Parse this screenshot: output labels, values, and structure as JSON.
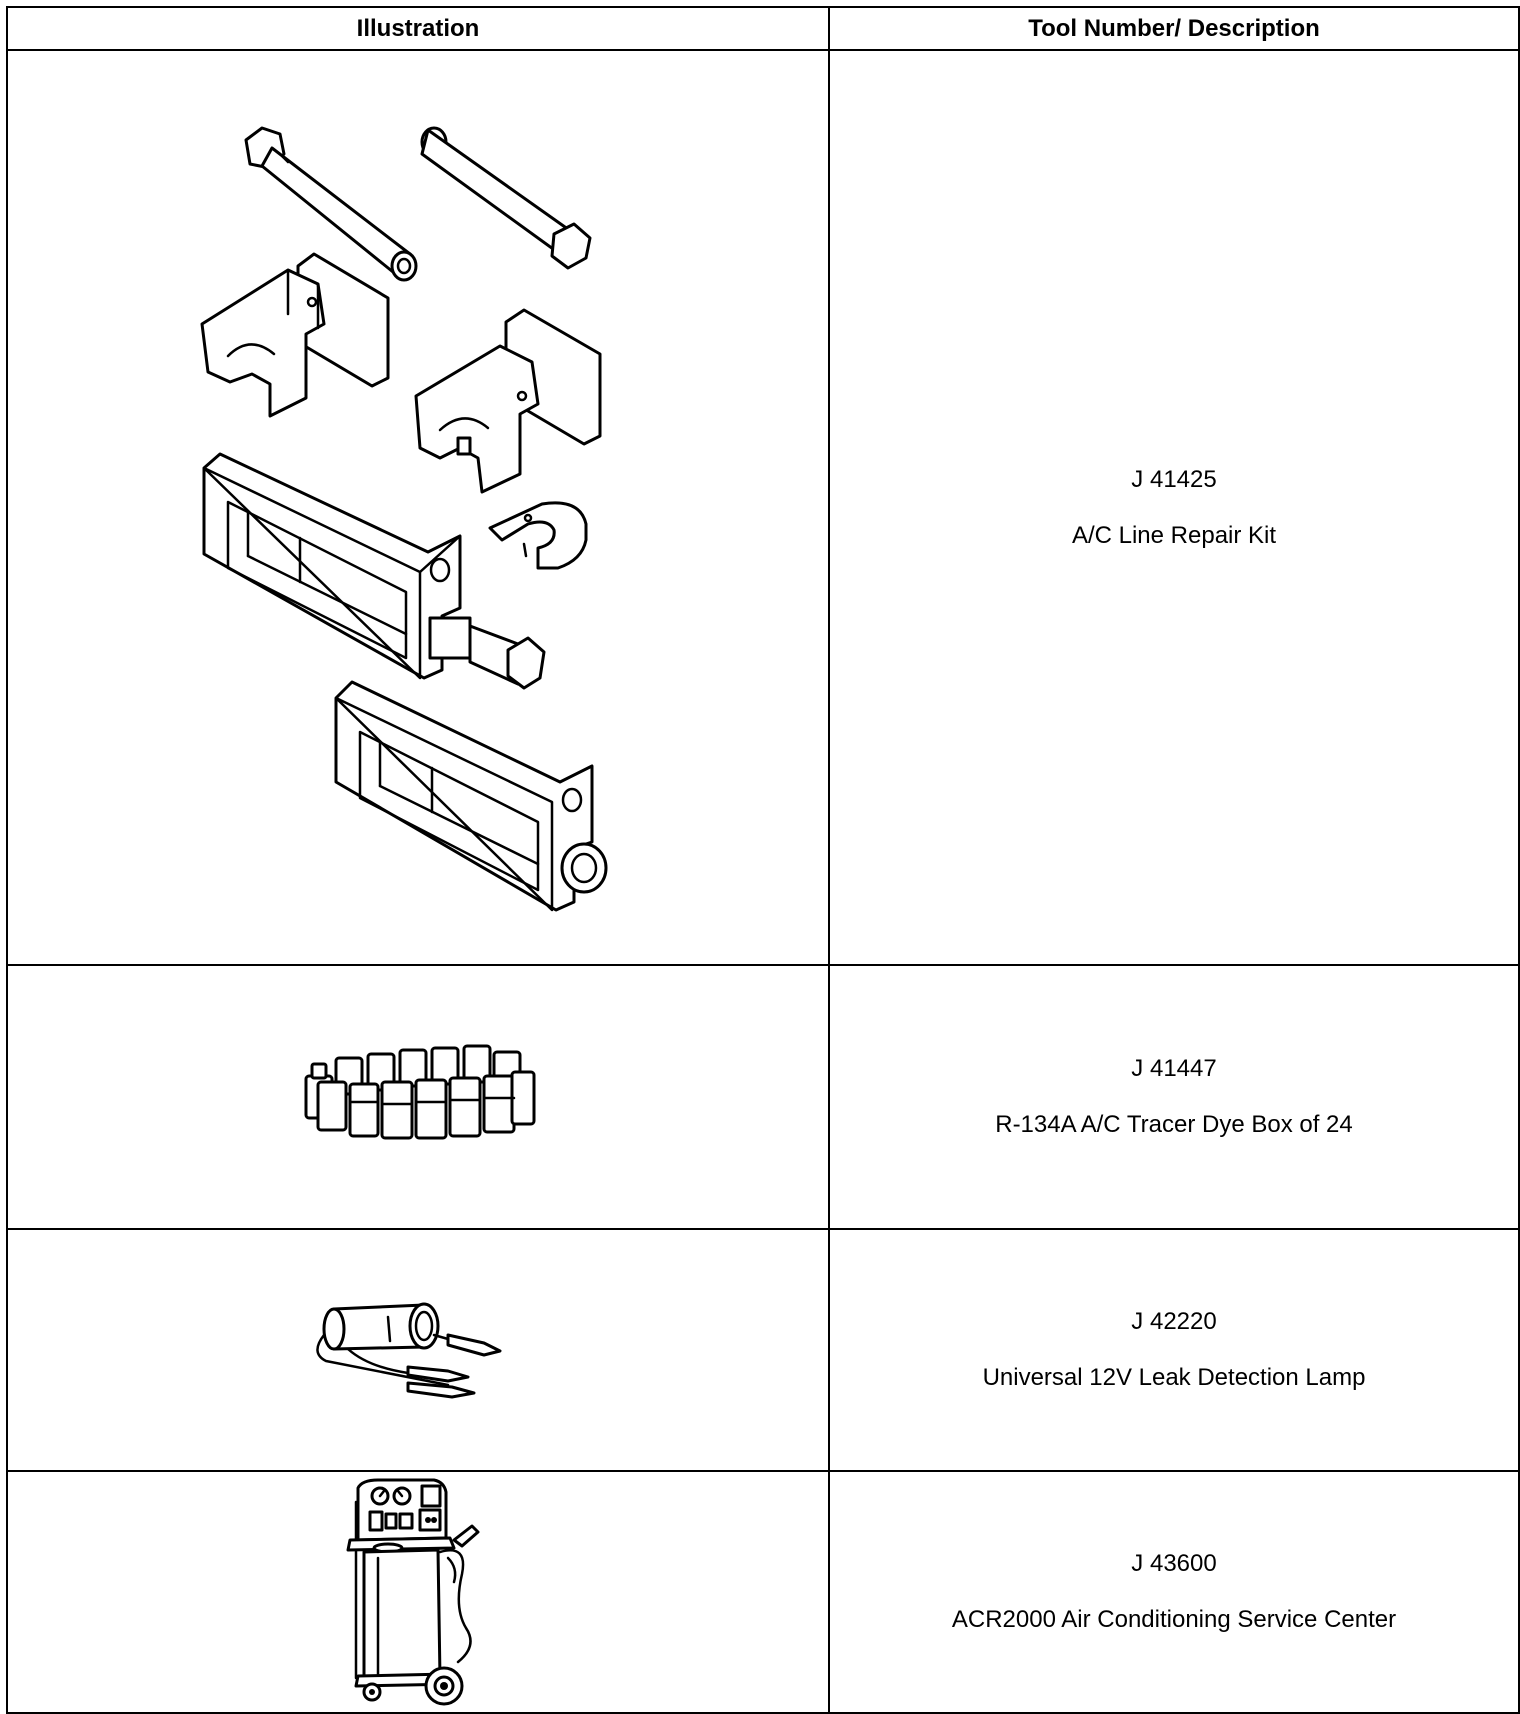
{
  "table": {
    "headers": {
      "illustration": "Illustration",
      "tool": "Tool Number/ Description"
    },
    "rows": [
      {
        "number": "J 41425",
        "description": "A/C Line Repair Kit",
        "icon": "ac-line-repair-kit-icon"
      },
      {
        "number": "J 41447",
        "description": "R-134A A/C Tracer Dye Box of 24",
        "icon": "tracer-dye-bottles-icon"
      },
      {
        "number": "J 42220",
        "description": "Universal 12V Leak Detection Lamp",
        "icon": "leak-detection-lamp-icon"
      },
      {
        "number": "J 43600",
        "description": "ACR2000 Air Conditioning Service Center",
        "icon": "ac-service-center-icon"
      }
    ]
  }
}
